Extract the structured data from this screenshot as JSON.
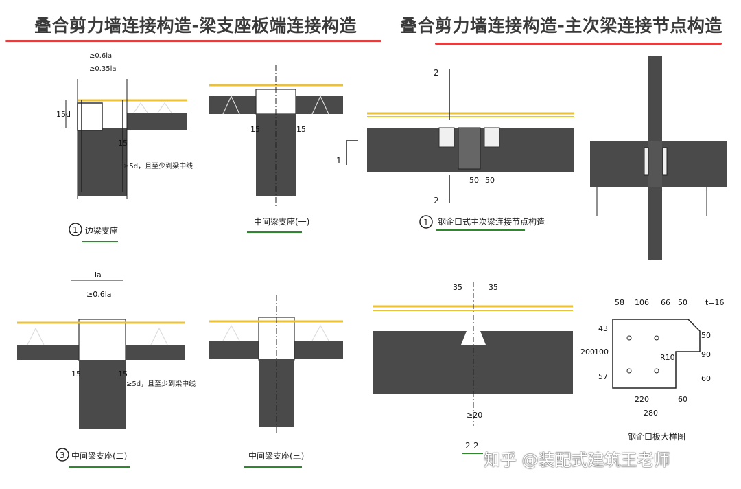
{
  "titles": {
    "left": "叠合剪力墙连接构造-梁支座板端连接构造",
    "right": "叠合剪力墙连接构造-主次梁连接节点构造"
  },
  "captions": {
    "d1_num": "1",
    "d1_label": "边梁支座",
    "d2_label": "中间梁支座(一)",
    "d3_num": "3",
    "d3_label": "中间梁支座(二)",
    "d4_label": "中间梁支座(三)",
    "d5_num": "1",
    "d5_label": "钢企口式主次梁连接节点构造",
    "d6_label": "2-2",
    "d7_label": "钢企口板大样图"
  },
  "dimensions": {
    "d1_15d": "15d",
    "d1_15": "15",
    "d1_note1": "≥0.6la",
    "d1_note2": "≥0.35la",
    "d1_note3": "≥5d，且至少到梁中线",
    "d2_15a": "15",
    "d2_15b": "15",
    "d3_la": "la",
    "d3_06la": "≥0.6la",
    "d3_15a": "15",
    "d3_15b": "15",
    "d3_note": "≥5d，且至少到梁中线",
    "sec_2_top": "2",
    "sec_2_bottom": "2",
    "sec_1": "1",
    "d5_50a": "50",
    "d5_50b": "50",
    "d6_35a": "35",
    "d6_35b": "35",
    "d6_20": "≥20",
    "d7_58": "58",
    "d7_106": "106",
    "d7_66": "66",
    "d7_50": "50",
    "d7_t16": "t=16",
    "d7_43": "43",
    "d7_100": "100",
    "d7_57": "57",
    "d7_200": "200",
    "d7_50r": "50",
    "d7_90": "90",
    "d7_60r": "60",
    "d7_220": "220",
    "d7_60": "60",
    "d7_280": "280",
    "d7_r10": "R10"
  },
  "watermark": "知乎 @装配式建筑王老师",
  "colors": {
    "concrete": "#4a4a4a",
    "rebar": "#e8c23a",
    "accent_red": "#e04040",
    "caption_green": "#2c8a2c"
  }
}
